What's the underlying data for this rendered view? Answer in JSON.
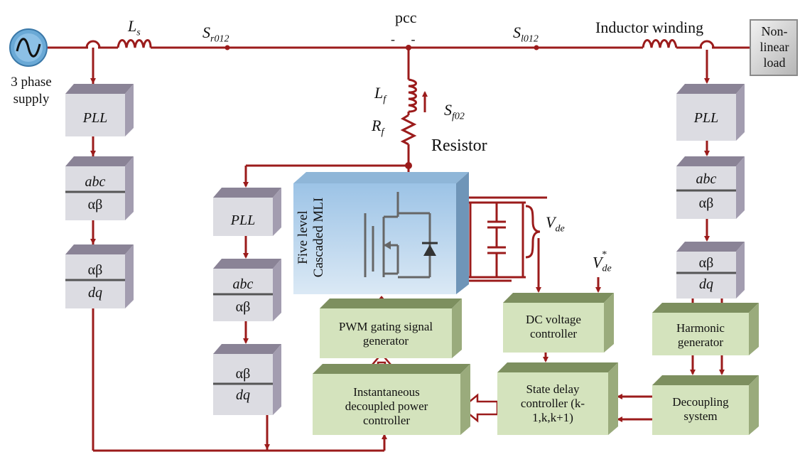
{
  "labels": {
    "supply": "3 phase supply",
    "ls_main": "L",
    "ls_sub": "s",
    "sr_main": "S",
    "sr_sub": "r012",
    "pcc": "pcc",
    "pcc_marks": "-     -",
    "sl_main": "S",
    "sl_sub": "l012",
    "inductor_winding": "Inductor winding",
    "load": "Non-linear load",
    "lf_main": "L",
    "lf_sub": "f",
    "rf_main": "R",
    "rf_sub": "f",
    "sf_main": "S",
    "sf_sub": "f02",
    "resistor": "Resistor",
    "mli": "Five level Cascaded MLI",
    "vde_main": "V",
    "vde_sub": "de",
    "vde_star_main": "V",
    "vde_star_sub": "de",
    "vde_star_sup": "*"
  },
  "blocks": {
    "left_pll": "PLL",
    "left_abc": "abc",
    "left_ab1": "αβ",
    "left_ab2": "αβ",
    "left_dq": "dq",
    "mid_pll": "PLL",
    "mid_abc": "abc",
    "mid_ab1": "αβ",
    "mid_ab2": "αβ",
    "mid_dq": "dq",
    "right_pll": "PLL",
    "right_abc": "abc",
    "right_ab1": "αβ",
    "right_ab2": "αβ",
    "right_dq": "dq",
    "pwm": "PWM gating signal generator",
    "dc_ctrl": "DC voltage controller",
    "harmonic": "Harmonic generator",
    "idpc": "Instantaneous decoupled power controller",
    "sdc": "State delay controller (k-1,k,k+1)",
    "decoupling": "Decoupling system"
  },
  "colors": {
    "wire": "#9b1b1b",
    "cube_front": "#dcdce2",
    "cube_top": "#8a8396",
    "green_front": "#d4e3bd",
    "green_top": "#7d8f5f",
    "mli_front": "#b9d3ea",
    "supply_icon": "#6aa9d6"
  }
}
